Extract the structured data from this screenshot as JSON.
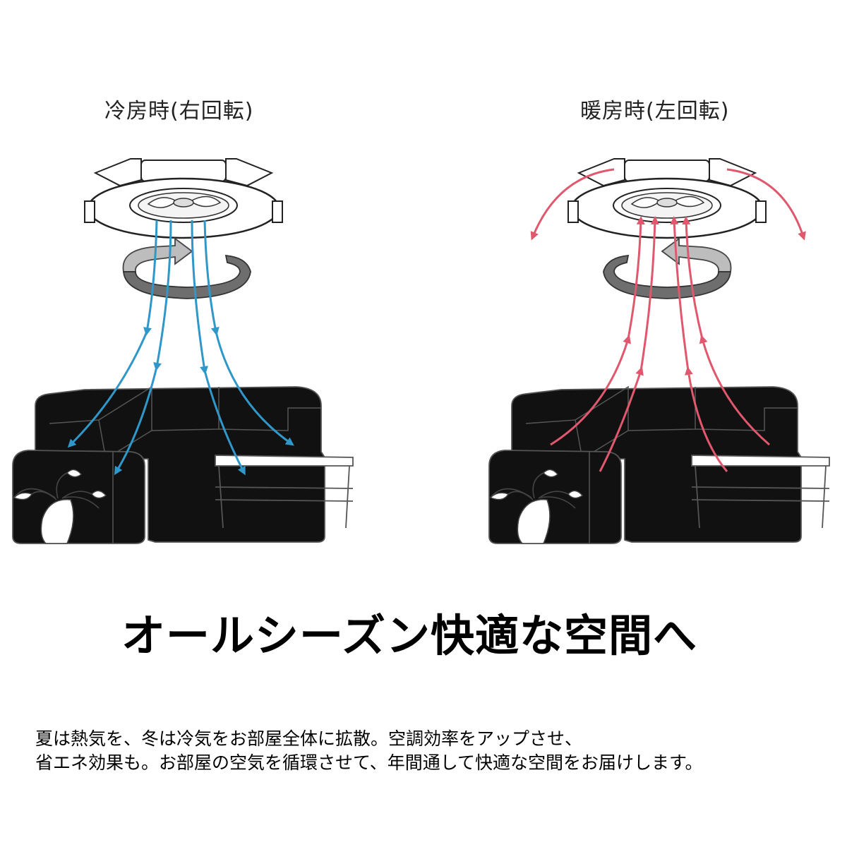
{
  "cooling": {
    "title": "冷房時(右回転)",
    "airflow_color": "#2f97c9",
    "tint_color": "#9fd3f2"
  },
  "heating": {
    "title": "暖房時(左回転)",
    "airflow_color": "#e0586d",
    "tint_color": "#f3b3a2"
  },
  "headline": "オールシーズン快適な空間へ",
  "description": {
    "line1": "夏は熱気を、冬は冷気をお部屋全体に拡散。空調効率をアップさせ、",
    "line2": "省エネ効果も。お部屋の空気を循環させて、年間通して快適な空間をお届けします。"
  },
  "icons": {
    "fan": "ceiling-fan-icon",
    "rotation": "rotation-arrow-icon",
    "sofa": "sofa-icon",
    "table": "coffee-table-icon",
    "plant": "potted-plant-icon"
  }
}
